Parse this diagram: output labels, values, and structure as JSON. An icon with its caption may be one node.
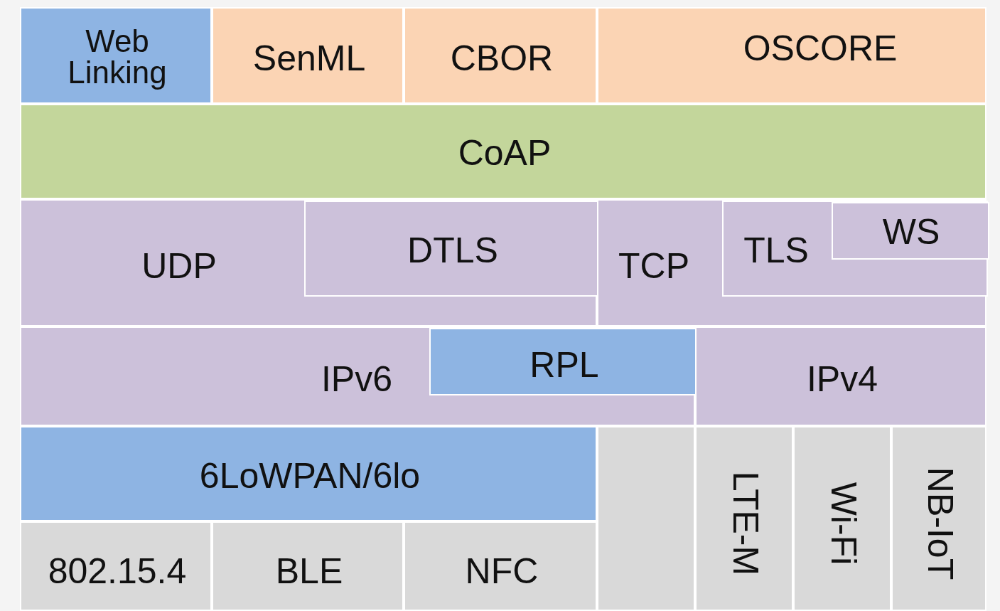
{
  "diagram": {
    "nodes": [
      {
        "text": [
          "Web Linking"
        ]
      },
      {
        "text": [
          "SenML"
        ]
      },
      {
        "text": [
          "CBOR"
        ]
      },
      {
        "text": [
          "OSCORE"
        ]
      },
      {
        "text": [
          "CoAP"
        ]
      },
      {
        "text": [
          "UDP"
        ]
      },
      {
        "text": [
          "DTLS"
        ],
        "in": 5
      },
      {
        "text": [
          "TCP"
        ]
      },
      {
        "text": [
          "TLS"
        ],
        "in": 7
      },
      {
        "text": [
          "WS"
        ],
        "in": 8
      },
      {
        "text": [
          "IPv6"
        ]
      },
      {
        "text": [
          "RPL"
        ],
        "in": 10
      },
      {
        "text": [
          "IPv4"
        ]
      },
      {
        "text": [
          "6LoWPAN/6lo"
        ]
      },
      {
        "text": [],
        "shape": "box"
      },
      {
        "text": [
          "LTE-M"
        ]
      },
      {
        "text": [
          "Wi-Fi"
        ]
      },
      {
        "text": [
          "NB-IoT"
        ]
      },
      {
        "text": [
          "802.15.4"
        ]
      },
      {
        "text": [
          "BLE"
        ]
      },
      {
        "text": [
          "NFC"
        ]
      }
    ]
  }
}
